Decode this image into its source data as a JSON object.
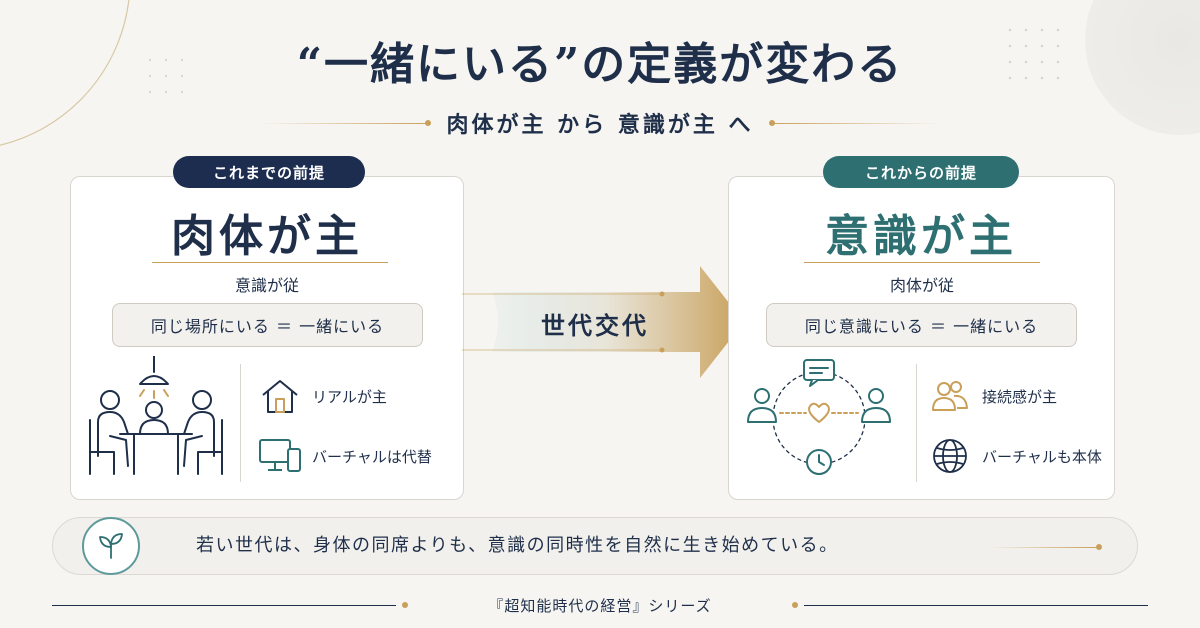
{
  "title": "“一緒にいる”の定義が変わる",
  "subtitle": "肉体が主 から 意識が主 へ",
  "left_card": {
    "badge": "これまでの前提",
    "heading": "肉体が主",
    "sub": "意識が従",
    "equation": "同じ場所にいる ＝ 一緒にいる",
    "features": [
      {
        "icon": "house-icon",
        "label": "リアルが主"
      },
      {
        "icon": "monitor-phone-icon",
        "label": "バーチャルは代替"
      }
    ]
  },
  "right_card": {
    "badge": "これからの前提",
    "heading": "意識が主",
    "sub": "肉体が従",
    "equation": "同じ意識にいる ＝ 一緒にいる",
    "features": [
      {
        "icon": "people-icon",
        "label": "接続感が主"
      },
      {
        "icon": "globe-icon",
        "label": "バーチャルも本体"
      }
    ]
  },
  "transition_label": "世代交代",
  "bottom_message": "若い世代は、身体の同席よりも、意識の同時性を自然に生き始めている。",
  "footer": "『超知能時代の経営』シリーズ",
  "colors": {
    "navy": "#1c2d4f",
    "teal": "#2e6f72",
    "gold": "#c9a05a",
    "background": "#f6f5f1"
  }
}
